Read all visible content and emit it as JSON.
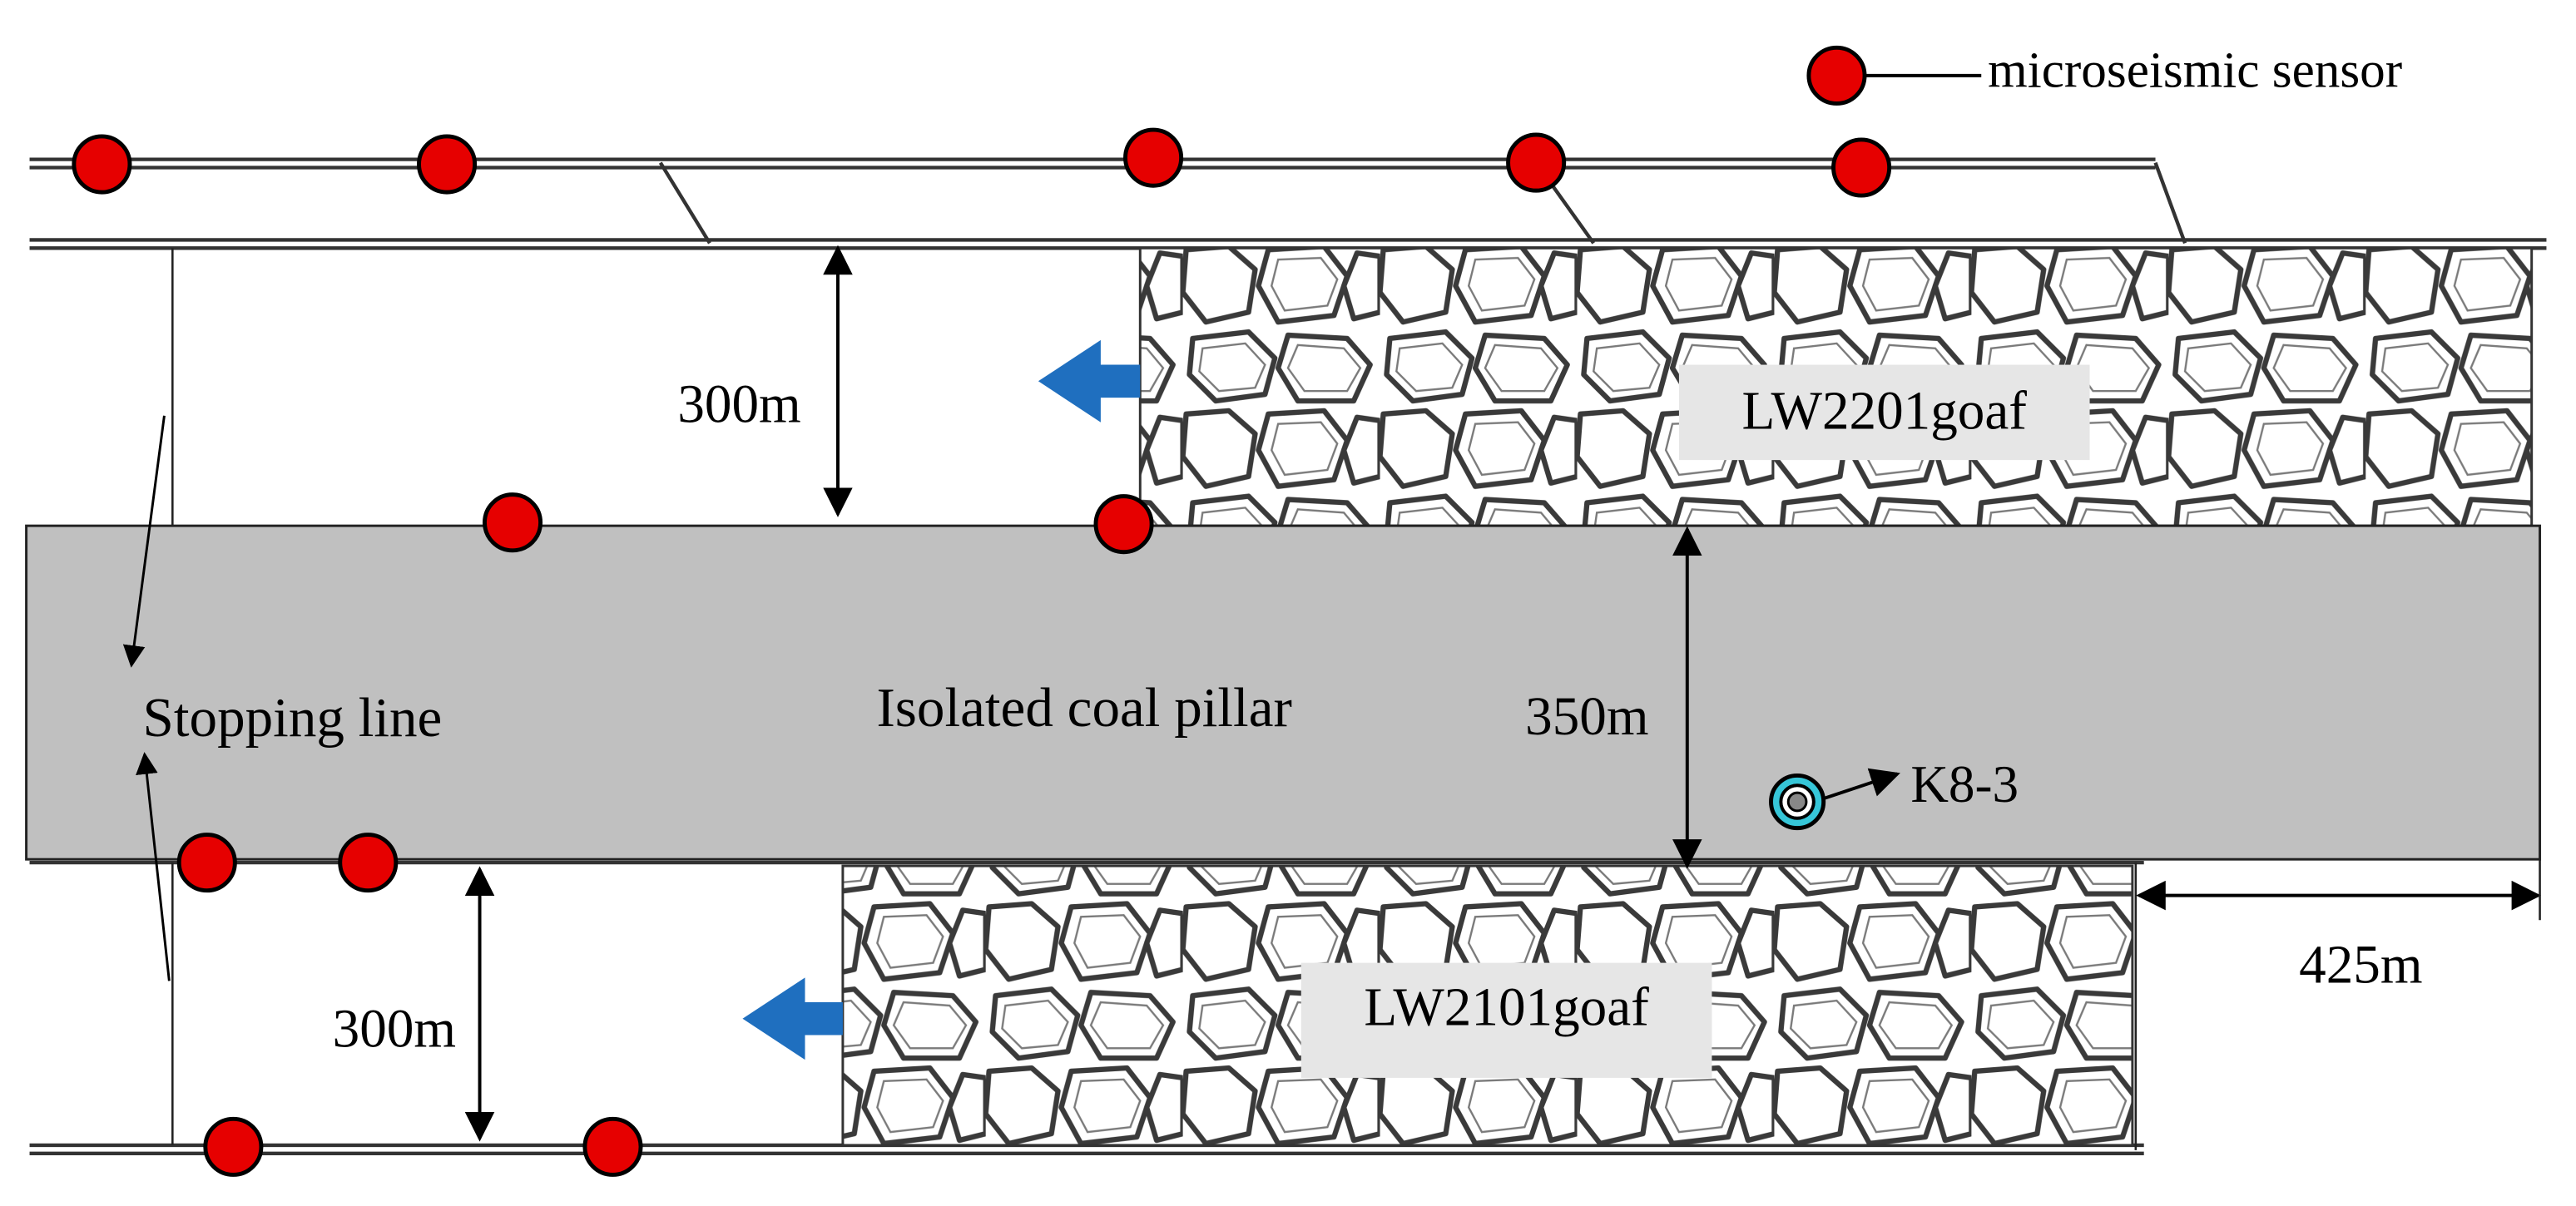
{
  "legend": {
    "sensor_label": "microseismic sensor"
  },
  "labels": {
    "upper_panel_width": "300m",
    "lower_panel_width": "300m",
    "pillar_width": "350m",
    "pillar_extent": "425m",
    "upper_goaf": "LW2201goaf",
    "lower_goaf": "LW2101goaf",
    "pillar": "Isolated coal pillar",
    "stopping_line": "Stopping line",
    "borehole": "K8-3"
  },
  "colors": {
    "sensor": "#e60000",
    "pillar": "#c0c0c0",
    "advance_arrow": "#1f6fbf",
    "borehole": "#36c6d8",
    "goaf_label_bg": "#e6e6e6"
  },
  "icons": {
    "sensor": "red-circle",
    "advance": "blue-arrow-left",
    "borehole": "bullseye"
  }
}
